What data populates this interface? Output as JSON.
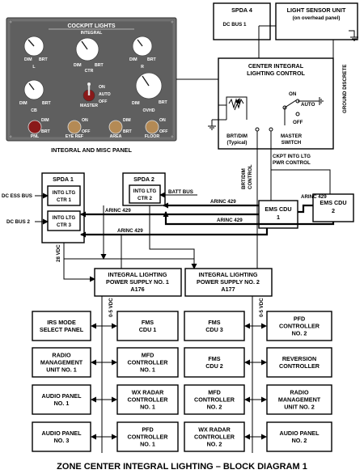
{
  "caption": "ZONE CENTER INTEGRAL LIGHTING – BLOCK DIAGRAM 1",
  "panel": {
    "title": "COCKPIT LIGHTS",
    "integral": "INTEGRAL",
    "knobs": [
      {
        "name": "L",
        "dim": "DIM",
        "brt": "BRT"
      },
      {
        "name": "CTR",
        "dim": "DIM",
        "brt": "BRT"
      },
      {
        "name": "R",
        "dim": "DIM",
        "brt": "BRT"
      },
      {
        "name": "CB",
        "dim": "DIM",
        "brt": "BRT"
      },
      {
        "name": "OVHD",
        "dim": "DIM",
        "brt": "BRT"
      }
    ],
    "master_switch": {
      "label": "MASTER",
      "positions": [
        "ON",
        "AUTO",
        "OFF"
      ]
    },
    "misc_knobs": [
      {
        "name": "PNL",
        "dim": "DIM",
        "brt": "BRT"
      },
      {
        "name": "EYE REF",
        "on": "ON",
        "off": "OFF"
      },
      {
        "name": "AREA",
        "dim": "DIM",
        "brt": "BRT"
      },
      {
        "name": "FLOOR",
        "on": "ON",
        "off": "OFF"
      }
    ],
    "caption": "INTEGRAL AND MISC PANEL"
  },
  "spda4": {
    "title": "SPDA 4",
    "bus": "DC BUS 1"
  },
  "light_sensor": {
    "title": "LIGHT SENSOR UNIT",
    "subtitle": "(on overhead panel)"
  },
  "ground_discrete": "GROUND DISCRETE",
  "cilc": {
    "title_line1": "CENTER INTEGRAL",
    "title_line2": "LIGHTING CONTROL",
    "pot_label_line1": "BRT/DIM",
    "pot_label_line2": "(Typical)",
    "switch_label_line1": "MASTER",
    "switch_label_line2": "SWITCH",
    "on": "ON",
    "auto": "AUTO",
    "off": "OFF"
  },
  "brt_dim_control": {
    "line1": "BRT/DIM",
    "line2": "CONTROL"
  },
  "ckpt_control": {
    "line1": "CKPT INTG LTG",
    "line2": "PWR CONTROL"
  },
  "spda1": {
    "title": "SPDA 1",
    "ctr1_line1": "INTG LTG",
    "ctr1_line2": "CTR 1",
    "ctr3_line1": "INTG LTG",
    "ctr3_line2": "CTR 3"
  },
  "spda2": {
    "title": "SPDA 2",
    "ctr2_line1": "INTG LTG",
    "ctr2_line2": "CTR 2"
  },
  "bus_labels": {
    "dc_ess": "DC ESS BUS",
    "dc_bus2": "DC BUS 2",
    "batt": "BATT BUS",
    "vdc28": "28 VDC"
  },
  "arinc": [
    "ARINC 429",
    "ARINC 429",
    "ARINC 429",
    "ARINC 429",
    "ARINC 429"
  ],
  "cdu1": {
    "line1": "EMS CDU",
    "line2": "1"
  },
  "cdu2": {
    "line1": "EMS CDU",
    "line2": "2"
  },
  "ps1": {
    "line1": "INTEGRAL LIGHTING",
    "line2": "POWER SUPPLY NO. 1",
    "line3": "A176"
  },
  "ps2": {
    "line1": "INTEGRAL LIGHTING",
    "line2": "POWER SUPPLY NO. 2",
    "line3": "A177"
  },
  "vdc05": [
    "0-5 VDC",
    "0-5 VDC"
  ],
  "loads_left": [
    {
      "l1": "IRS MODE",
      "l2": "SELECT PANEL"
    },
    {
      "l1": "RADIO",
      "l2": "MANAGEMENT",
      "l3": "UNIT NO. 1"
    },
    {
      "l1": "AUDIO PANEL",
      "l2": "NO. 1"
    },
    {
      "l1": "AUDIO PANEL",
      "l2": "NO. 3"
    }
  ],
  "loads_mid1": [
    {
      "l1": "FMS",
      "l2": "CDU 1"
    },
    {
      "l1": "MFD",
      "l2": "CONTROLLER",
      "l3": "NO. 1"
    },
    {
      "l1": "WX RADAR",
      "l2": "CONTROLLER",
      "l3": "NO. 1"
    },
    {
      "l1": "PFD",
      "l2": "CONTROLLER",
      "l3": "NO. 1"
    }
  ],
  "loads_mid2": [
    {
      "l1": "FMS",
      "l2": "CDU 3"
    },
    {
      "l1": "FMS",
      "l2": "CDU 2"
    },
    {
      "l1": "MFD",
      "l2": "CONTROLLER",
      "l3": "NO. 2"
    },
    {
      "l1": "WX RADAR",
      "l2": "CONTROLLER",
      "l3": "NO. 2"
    }
  ],
  "loads_right": [
    {
      "l1": "PFD",
      "l2": "CONTROLLER",
      "l3": "NO. 2"
    },
    {
      "l1": "REVERSION",
      "l2": "CONTROLLER"
    },
    {
      "l1": "RADIO",
      "l2": "MANAGEMENT",
      "l3": "UNIT NO. 2"
    },
    {
      "l1": "AUDIO PANEL",
      "l2": "NO. 2"
    }
  ]
}
